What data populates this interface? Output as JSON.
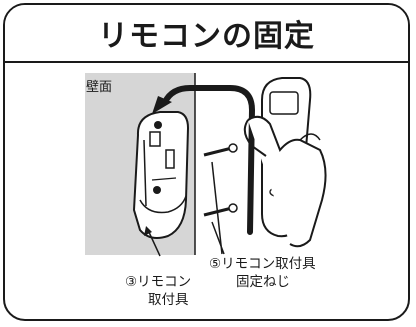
{
  "title": "リモコンの固定",
  "labels": {
    "wall": "壁面",
    "holder_line1": "③リモコン",
    "holder_line2": "取付具",
    "screw_line1": "⑤リモコン取付具",
    "screw_line2": "固定ねじ"
  },
  "colors": {
    "border": "#1a1a1a",
    "wall_fill": "#d6d6d6",
    "background": "#ffffff"
  }
}
